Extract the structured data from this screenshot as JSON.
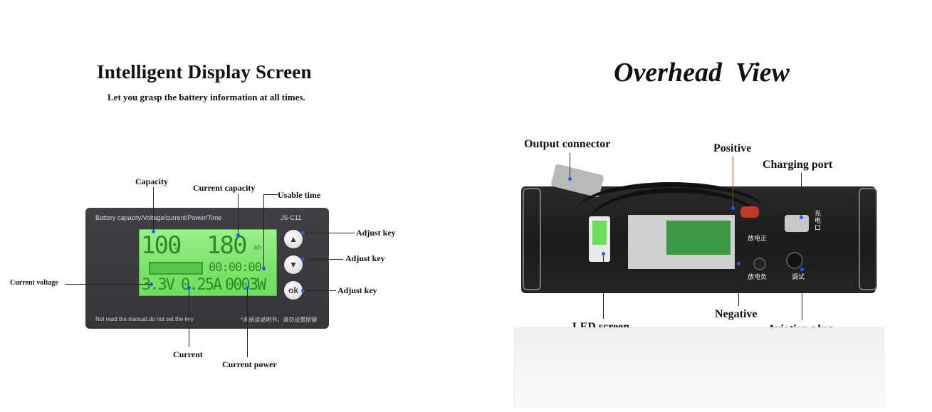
{
  "left": {
    "title": "Intelligent Display Screen",
    "subtitle": "Let you grasp the battery information at all times.",
    "labels": {
      "capacity": "Capacity",
      "current_capacity": "Current capacity",
      "usable_time": "Usable time",
      "adjust_key_1": "Adjust key",
      "adjust_key_2": "Adjust key",
      "adjust_key_3": "Adjust key",
      "current_voltage": "Current voltage",
      "current": "Current",
      "current_power": "Current power"
    },
    "panel": {
      "top_text": "Battery capacity/Voltage/current/Power/Time",
      "model": "JS-C11",
      "bottom_text": "Not read the manual,do not set the key",
      "bottom_text_cn": "*未阅读说明书，请勿设置按键",
      "lcd": {
        "percent": "100",
        "percent_unit": "%",
        "capacity": "180",
        "capacity_unit": "Ah",
        "time": "00:00:00",
        "voltage": "3.3V",
        "current": "0.25A",
        "power": "0003W"
      },
      "keys": {
        "up": "▲",
        "down": "▼",
        "ok": "ok"
      }
    }
  },
  "right": {
    "title": "Overhead  View",
    "labels": {
      "output_connector": "Output connector",
      "positive": "Positive",
      "charging_port": "Charging port",
      "led_screen": "LED screen",
      "negative": "Negative",
      "aviation_plug": "Aviation plug"
    },
    "device_text": {
      "discharge_pos": "放电正",
      "discharge_neg": "放电负",
      "charge_port_cn": "充\n电\n口",
      "debug": "调试"
    }
  },
  "colors": {
    "panel_bg": "#3f4044",
    "lcd_green": "#7be46a",
    "pointer_line": "#222222",
    "pointer_dot": "#2a55ff",
    "positive_red": "#c0392b"
  }
}
